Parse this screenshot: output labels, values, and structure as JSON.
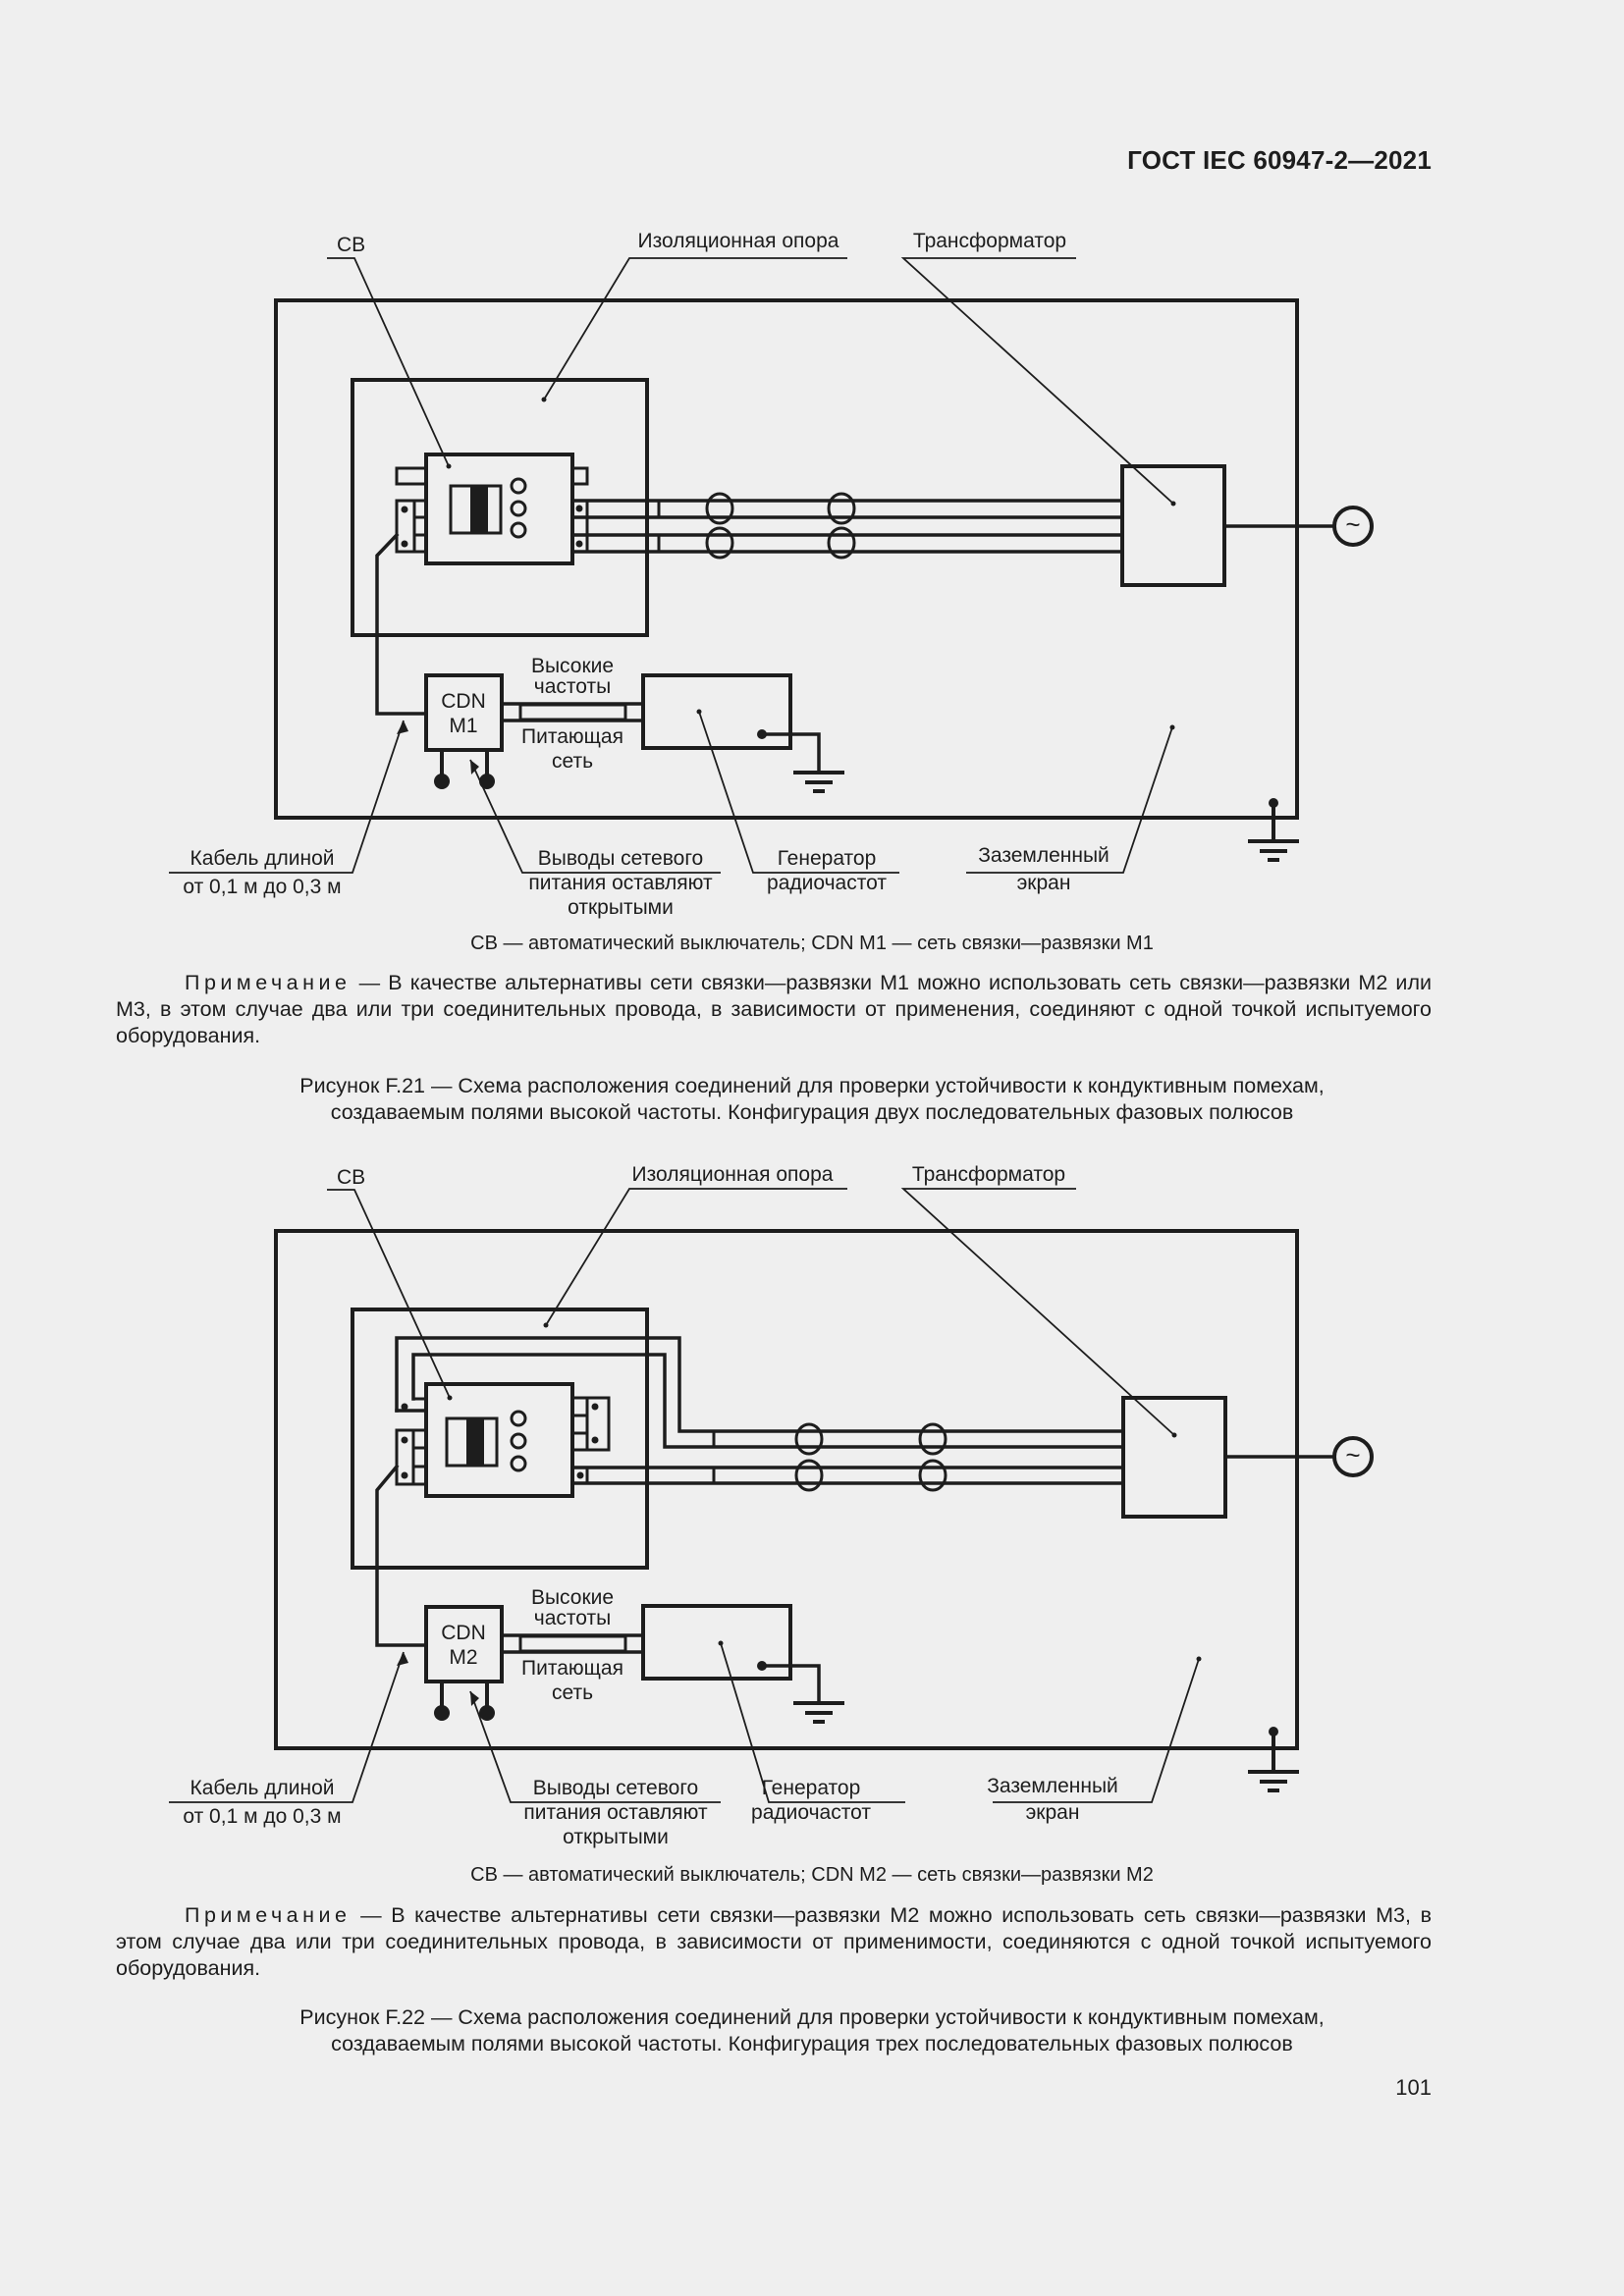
{
  "header": {
    "document_code": "ГОСТ IEC 60947-2—2021"
  },
  "figures": [
    {
      "id": "F.21",
      "labels": {
        "cb": "СВ",
        "insulating_support": "Изоляционная опора",
        "transformer": "Трансформатор",
        "hf_line1": "Высокие",
        "hf_line2": "частоты",
        "supply_line1": "Питающая",
        "supply_line2": "сеть",
        "cdn_line1": "CDN",
        "cdn_line2": "M1",
        "cable_line1": "Кабель длиной",
        "cable_line2": "от 0,1 м до 0,3 м",
        "outputs_line1": "Выводы сетевого",
        "outputs_line2": "питания оставляют",
        "outputs_line3": "открытыми",
        "generator_line1": "Генератор",
        "generator_line2": "радиочастот",
        "screen_line1": "Заземленный",
        "screen_line2": "экран",
        "ac_source_symbol": "~"
      },
      "legend": "СВ — автоматический выключатель; CDN M1 — сеть связки—развязки M1",
      "note_label": "Примечание",
      "note_text": " — В качестве альтернативы сети связки—развязки M1 можно использовать сеть связки—развязки M2 или M3, в этом случае два или три соединительных провода, в зависимости от применения, соединяют с одной точкой испытуемого оборудования.",
      "caption_line1": "Рисунок F.21 — Схема расположения соединений для проверки устойчивости к кондуктивным помехам,",
      "caption_line2": "создаваемым полями высокой частоты. Конфигурация двух последовательных фазовых полюсов"
    },
    {
      "id": "F.22",
      "labels": {
        "cb": "СВ",
        "insulating_support": "Изоляционная опора",
        "transformer": "Трансформатор",
        "hf_line1": "Высокие",
        "hf_line2": "частоты",
        "supply_line1": "Питающая",
        "supply_line2": "сеть",
        "cdn_line1": "CDN",
        "cdn_line2": "M2",
        "cable_line1": "Кабель длиной",
        "cable_line2": "от 0,1 м до 0,3 м",
        "outputs_line1": "Выводы сетевого",
        "outputs_line2": "питания оставляют",
        "outputs_line3": "открытыми",
        "generator_line1": "Генератор",
        "generator_line2": "радиочастот",
        "screen_line1": "Заземленный",
        "screen_line2": "экран",
        "ac_source_symbol": "~"
      },
      "legend": "СВ — автоматический выключатель; CDN M2 — сеть связки—развязки M2",
      "note_label": "Примечание",
      "note_text": " — В качестве альтернативы сети связки—развязки M2 можно использовать сеть связки—развязки M3, в этом случае два или три соединительных провода, в зависимости от применимости, соединяются с одной точкой испытуемого оборудования.",
      "caption_line1": "Рисунок F.22 — Схема расположения соединений для проверки устойчивости к кондуктивным помехам,",
      "caption_line2": "создаваемым полями высокой частоты. Конфигурация трех последовательных фазовых полюсов"
    }
  ],
  "footer": {
    "page_number": "101"
  }
}
